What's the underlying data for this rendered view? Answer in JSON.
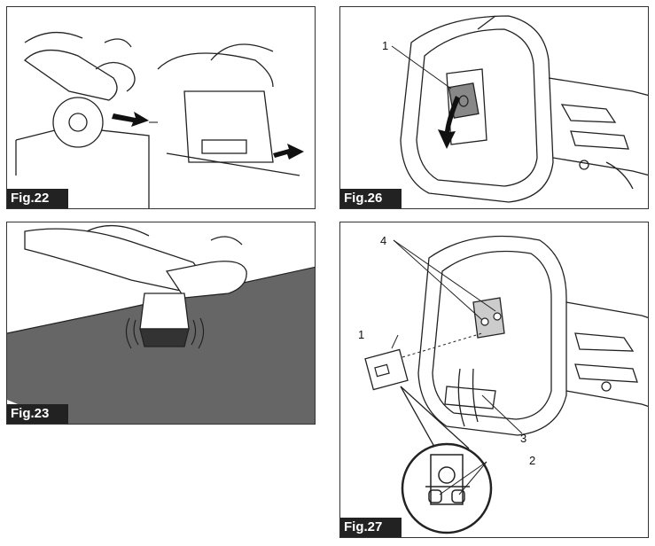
{
  "figures": [
    {
      "label": "Fig.22"
    },
    {
      "label": "Fig.23"
    },
    {
      "label": "Fig.26",
      "callouts": [
        "1"
      ]
    },
    {
      "label": "Fig.27",
      "callouts": [
        "1",
        "2",
        "3",
        "4"
      ]
    }
  ]
}
